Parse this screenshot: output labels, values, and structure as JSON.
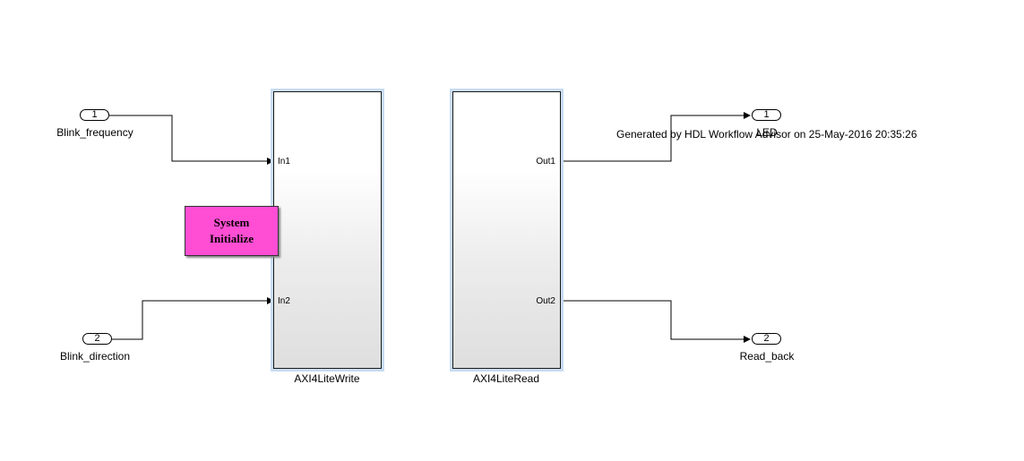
{
  "inports": [
    {
      "number": "1",
      "name": "Blink_frequency"
    },
    {
      "number": "2",
      "name": "Blink_direction"
    }
  ],
  "outports": [
    {
      "number": "1",
      "name": "LED"
    },
    {
      "number": "2",
      "name": "Read_back"
    }
  ],
  "subsystems": {
    "write": {
      "name": "AXI4LiteWrite",
      "ports": [
        "In1",
        "In2"
      ]
    },
    "read": {
      "name": "AXI4LiteRead",
      "ports": [
        "Out1",
        "Out2"
      ]
    }
  },
  "system_initialize": {
    "line1": "System",
    "line2": "Initialize",
    "color": "#ff4ed3"
  },
  "annotation": "Generated by HDL Workflow Advisor on 25-May-2016 20:35:26",
  "colors": {
    "subsystem_highlight": "#c8dcf2",
    "wire": "#000000"
  }
}
